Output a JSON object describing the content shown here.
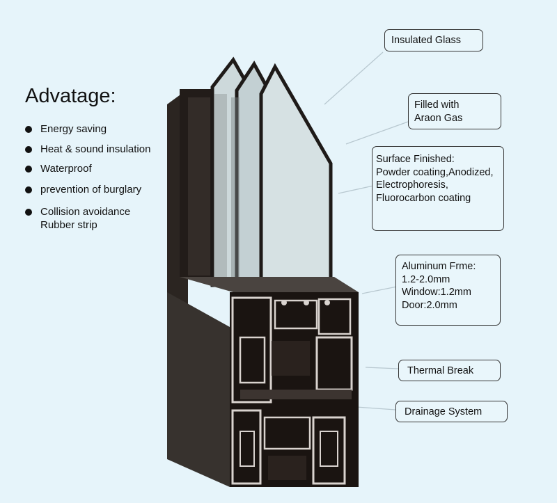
{
  "heading": "Advatage:",
  "advantages": [
    {
      "lines": [
        "Energy saving"
      ]
    },
    {
      "lines": [
        "Heat & sound insulation"
      ]
    },
    {
      "lines": [
        "Waterproof"
      ]
    },
    {
      "lines": [
        "prevention of burglary"
      ]
    },
    {
      "lines": [
        "Collision avoidance",
        "Rubber strip"
      ]
    }
  ],
  "callouts": [
    {
      "id": "insulated-glass",
      "lines": [
        "Insulated Glass"
      ]
    },
    {
      "id": "argon-gas",
      "lines": [
        "Filled with",
        "Araon Gas"
      ]
    },
    {
      "id": "surface-finish",
      "lines": [
        "Surface Finished:",
        "Powder coating,Anodized,",
        "Electrophoresis,",
        "Fluorocarbon coating"
      ]
    },
    {
      "id": "aluminum-frame",
      "lines": [
        "Aluminum Frme:",
        "1.2-2.0mm",
        "Window:1.2mm",
        "Door:2.0mm"
      ]
    },
    {
      "id": "thermal-break",
      "lines": [
        "Thermal Break"
      ]
    },
    {
      "id": "drainage-system",
      "lines": [
        "Drainage System"
      ]
    }
  ],
  "colors": {
    "background": "#e6f4fa",
    "profile": "#1a1411",
    "profile_side": "#3a3530",
    "aluminum_cut": "#d9d3cf",
    "glass": "#c9d6d8",
    "leader_line": "#b8c8d0"
  }
}
